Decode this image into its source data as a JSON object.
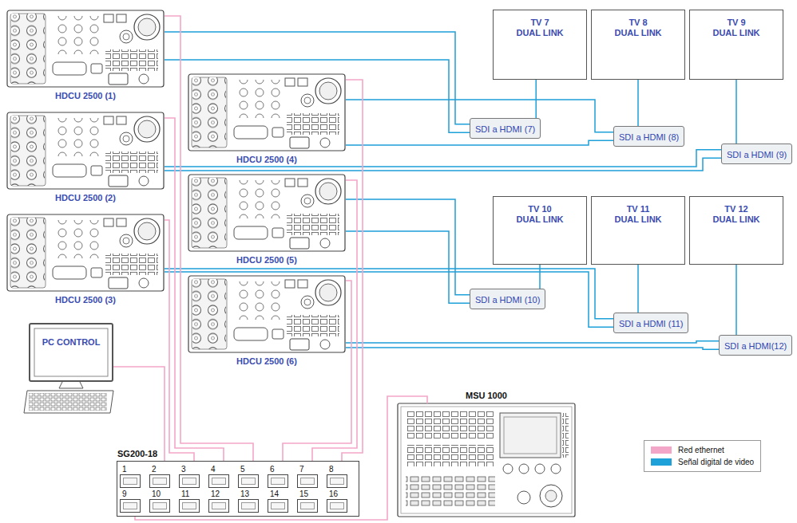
{
  "diagram": {
    "nodes": [
      {
        "text": [
          "HDCU 2500 (1)"
        ]
      },
      {
        "text": [
          "HDCU 2500 (2)"
        ]
      },
      {
        "text": [
          "HDCU 2500 (3)"
        ]
      },
      {
        "text": [
          "HDCU 2500 (4)"
        ]
      },
      {
        "text": [
          "HDCU 2500 (5)"
        ]
      },
      {
        "text": [
          "HDCU 2500 (6)"
        ]
      },
      {
        "text": [
          "TV 7",
          "DUAL LINK"
        ]
      },
      {
        "text": [
          "TV 8",
          "DUAL LINK"
        ]
      },
      {
        "text": [
          "TV 9",
          "DUAL LINK"
        ]
      },
      {
        "text": [
          "TV 10",
          "DUAL LINK"
        ]
      },
      {
        "text": [
          "TV 11",
          "DUAL LINK"
        ]
      },
      {
        "text": [
          "TV 12",
          "DUAL LINK"
        ]
      },
      {
        "text": [
          "SDI a HDMI (7)"
        ]
      },
      {
        "text": [
          "SDI a HDMI (8)"
        ]
      },
      {
        "text": [
          "SDI a HDMI (9)"
        ]
      },
      {
        "text": [
          "SDI a HDMI (10)"
        ]
      },
      {
        "text": [
          "SDI a HDMI (11)"
        ]
      },
      {
        "text": [
          "SDI a HDMI(12)"
        ]
      },
      {
        "text": [
          "PC CONTROL"
        ]
      },
      {
        "text": [
          "SG200-18"
        ]
      },
      {
        "text": [
          "1"
        ],
        "in": 19
      },
      {
        "text": [
          "2"
        ],
        "in": 19
      },
      {
        "text": [
          "3"
        ],
        "in": 19
      },
      {
        "text": [
          "4"
        ],
        "in": 19
      },
      {
        "text": [
          "5"
        ],
        "in": 19
      },
      {
        "text": [
          "6"
        ],
        "in": 19
      },
      {
        "text": [
          "7"
        ],
        "in": 19
      },
      {
        "text": [
          "8"
        ],
        "in": 19
      },
      {
        "text": [
          "9"
        ],
        "in": 19
      },
      {
        "text": [
          "10"
        ],
        "in": 19
      },
      {
        "text": [
          "11"
        ],
        "in": 19
      },
      {
        "text": [
          "12"
        ],
        "in": 19
      },
      {
        "text": [
          "13"
        ],
        "in": 19
      },
      {
        "text": [
          "14"
        ],
        "in": 19
      },
      {
        "text": [
          "15"
        ],
        "in": 19
      },
      {
        "text": [
          "16"
        ],
        "in": 19
      },
      {
        "text": [
          "MSU 1000"
        ]
      }
    ],
    "edges": [
      {
        "from": 0,
        "to": 12,
        "arrow": "none"
      },
      {
        "from": 0,
        "to": 12,
        "arrow": "none"
      },
      {
        "from": 3,
        "to": 13,
        "arrow": "none"
      },
      {
        "from": 3,
        "to": 13,
        "arrow": "none"
      },
      {
        "from": 1,
        "to": 14,
        "arrow": "none"
      },
      {
        "from": 1,
        "to": 14,
        "arrow": "none"
      },
      {
        "from": 4,
        "to": 15,
        "arrow": "none"
      },
      {
        "from": 4,
        "to": 15,
        "arrow": "none"
      },
      {
        "from": 2,
        "to": 16,
        "arrow": "none"
      },
      {
        "from": 2,
        "to": 16,
        "arrow": "none"
      },
      {
        "from": 5,
        "to": 17,
        "arrow": "none"
      },
      {
        "from": 5,
        "to": 17,
        "arrow": "none"
      },
      {
        "from": 12,
        "to": 6,
        "arrow": "none"
      },
      {
        "from": 13,
        "to": 7,
        "arrow": "none"
      },
      {
        "from": 14,
        "to": 8,
        "arrow": "none"
      },
      {
        "from": 15,
        "to": 9,
        "arrow": "none"
      },
      {
        "from": 16,
        "to": 10,
        "arrow": "none"
      },
      {
        "from": 17,
        "to": 11,
        "arrow": "none"
      },
      {
        "from": 18,
        "to": 21,
        "arrow": "none"
      },
      {
        "from": 0,
        "to": 24,
        "arrow": "none"
      },
      {
        "from": 1,
        "to": 23,
        "arrow": "none"
      },
      {
        "from": 2,
        "to": 22,
        "arrow": "none"
      },
      {
        "from": 3,
        "to": 27,
        "arrow": "none"
      },
      {
        "from": 4,
        "to": 26,
        "arrow": "none"
      },
      {
        "from": 5,
        "to": 25,
        "arrow": "none"
      },
      {
        "from": 36,
        "to": 28,
        "arrow": "none"
      }
    ],
    "legend": [
      {
        "text": "Red ethernet",
        "color": "#f4a6c8"
      },
      {
        "text": "Señal digital de video",
        "color": "#1ea0d8"
      }
    ]
  }
}
